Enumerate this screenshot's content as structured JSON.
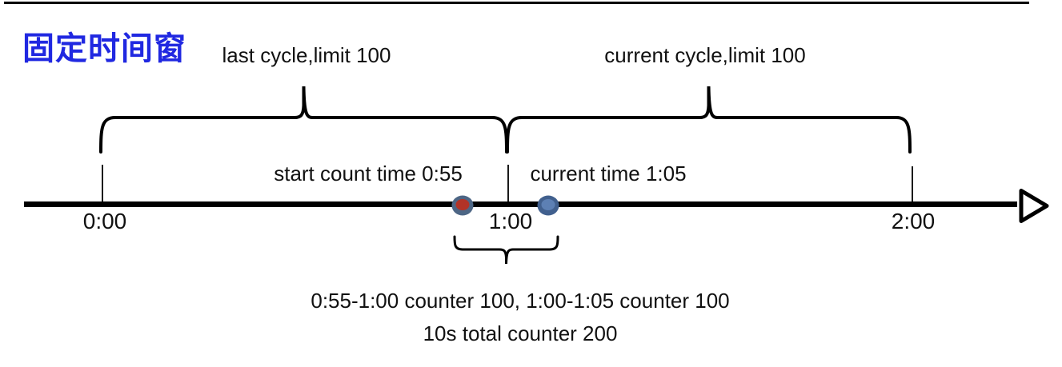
{
  "title": "固定时间窗",
  "colors": {
    "title_blue": "#2028E1",
    "stroke_black": "#000000",
    "tick_gray": "#1a1a1a",
    "start_dot_ring": "#4D6685",
    "start_dot_inner": "#B23327",
    "current_dot_ring": "#41608E",
    "current_dot_inner": "#5D80B4",
    "arrow_fill": "#ffffff"
  },
  "annotations": {
    "last_cycle": "last cycle,limit 100",
    "current_cycle": "current cycle,limit 100",
    "start_count": "start count time 0:55",
    "current_time": "current time 1:05",
    "counter_line1": "0:55-1:00 counter 100, 1:00-1:05 counter 100",
    "counter_line2": "10s total counter 200"
  },
  "timeline": {
    "tick_labels": [
      "0:00",
      "1:00",
      "2:00"
    ],
    "start_count_time": "0:55",
    "current_time": "1:05",
    "cycle_limit": 100,
    "window_seconds": "10s",
    "total_counter": 200
  }
}
